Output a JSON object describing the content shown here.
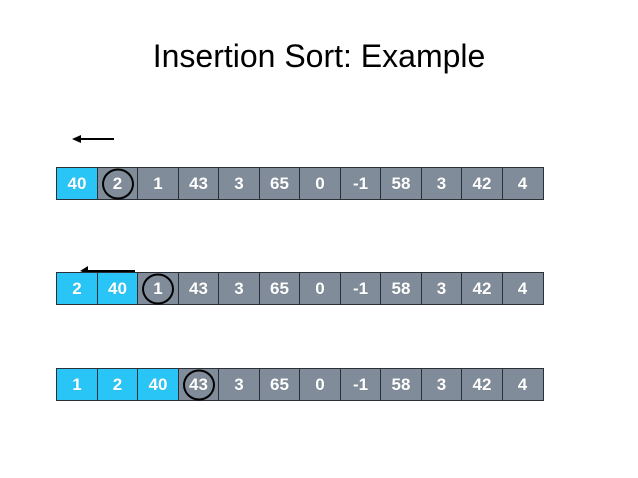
{
  "slide": {
    "title": "Insertion Sort: Example",
    "background_color": "#ffffff",
    "title_color": "#000000"
  },
  "palette": {
    "sorted_cell": "#29c5f6",
    "unsorted_cell": "#808c99",
    "cell_border": "#2b2f36",
    "cell_text": "#ffffff",
    "marker_stroke": "#000000",
    "arrow_color": "#000000"
  },
  "rows": [
    {
      "name": "pass-1",
      "arrow": {
        "present": true,
        "direction": "left",
        "style": "detached-above"
      },
      "cells": [
        {
          "value": "40",
          "state": "sorted",
          "marked": false
        },
        {
          "value": "2",
          "state": "unsorted",
          "marked": true
        },
        {
          "value": "1",
          "state": "unsorted",
          "marked": false
        },
        {
          "value": "43",
          "state": "unsorted",
          "marked": false
        },
        {
          "value": "3",
          "state": "unsorted",
          "marked": false
        },
        {
          "value": "65",
          "state": "unsorted",
          "marked": false
        },
        {
          "value": "0",
          "state": "unsorted",
          "marked": false
        },
        {
          "value": "-1",
          "state": "unsorted",
          "marked": false
        },
        {
          "value": "58",
          "state": "unsorted",
          "marked": false
        },
        {
          "value": "3",
          "state": "unsorted",
          "marked": false
        },
        {
          "value": "42",
          "state": "unsorted",
          "marked": false
        },
        {
          "value": "4",
          "state": "unsorted",
          "marked": false
        }
      ]
    },
    {
      "name": "pass-2",
      "arrow": {
        "present": true,
        "direction": "left",
        "style": "flush-on-cells"
      },
      "cells": [
        {
          "value": "2",
          "state": "sorted",
          "marked": false
        },
        {
          "value": "40",
          "state": "sorted",
          "marked": false
        },
        {
          "value": "1",
          "state": "unsorted",
          "marked": true
        },
        {
          "value": "43",
          "state": "unsorted",
          "marked": false
        },
        {
          "value": "3",
          "state": "unsorted",
          "marked": false
        },
        {
          "value": "65",
          "state": "unsorted",
          "marked": false
        },
        {
          "value": "0",
          "state": "unsorted",
          "marked": false
        },
        {
          "value": "-1",
          "state": "unsorted",
          "marked": false
        },
        {
          "value": "58",
          "state": "unsorted",
          "marked": false
        },
        {
          "value": "3",
          "state": "unsorted",
          "marked": false
        },
        {
          "value": "42",
          "state": "unsorted",
          "marked": false
        },
        {
          "value": "4",
          "state": "unsorted",
          "marked": false
        }
      ]
    },
    {
      "name": "pass-3",
      "arrow": {
        "present": false,
        "direction": "",
        "style": ""
      },
      "cells": [
        {
          "value": "1",
          "state": "sorted",
          "marked": false
        },
        {
          "value": "2",
          "state": "sorted",
          "marked": false
        },
        {
          "value": "40",
          "state": "sorted",
          "marked": false
        },
        {
          "value": "43",
          "state": "unsorted",
          "marked": true
        },
        {
          "value": "3",
          "state": "unsorted",
          "marked": false
        },
        {
          "value": "65",
          "state": "unsorted",
          "marked": false
        },
        {
          "value": "0",
          "state": "unsorted",
          "marked": false
        },
        {
          "value": "-1",
          "state": "unsorted",
          "marked": false
        },
        {
          "value": "58",
          "state": "unsorted",
          "marked": false
        },
        {
          "value": "3",
          "state": "unsorted",
          "marked": false
        },
        {
          "value": "42",
          "state": "unsorted",
          "marked": false
        },
        {
          "value": "4",
          "state": "unsorted",
          "marked": false
        }
      ]
    }
  ]
}
